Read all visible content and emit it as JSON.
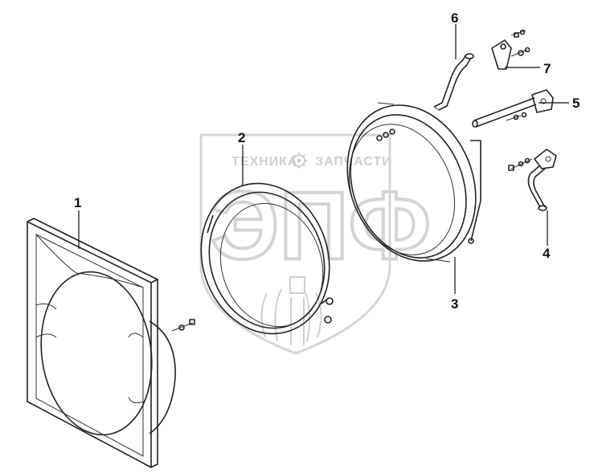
{
  "watermark": {
    "left_text": "ТЕХНИКА",
    "right_text": "ЗАПЧАСТИ",
    "logo_letters": "ЭПФ",
    "emblem_icon": "gear-icon"
  },
  "callouts": [
    {
      "id": "1",
      "label": "1"
    },
    {
      "id": "2",
      "label": "2"
    },
    {
      "id": "3",
      "label": "3"
    },
    {
      "id": "4",
      "label": "4"
    },
    {
      "id": "5",
      "label": "5"
    },
    {
      "id": "6",
      "label": "6"
    },
    {
      "id": "7",
      "label": "7"
    }
  ],
  "colors": {
    "line": "#222222",
    "watermark": "#d0d0d0",
    "background": "#ffffff"
  }
}
